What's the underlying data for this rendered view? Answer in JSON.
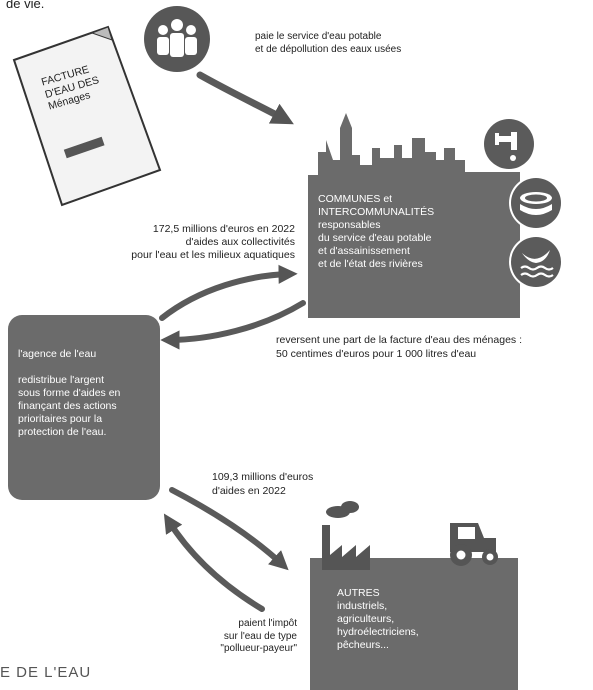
{
  "header_fragment": "de vie.",
  "footer_fragment": "E DE L'EAU",
  "invoice": {
    "title_lines": [
      "FACTURE",
      "D'EAU DES",
      "Ménages"
    ]
  },
  "households": {
    "caption_lines": [
      "paie le service d'eau potable",
      "et de dépollution des eaux usées"
    ]
  },
  "communes": {
    "lines": [
      "COMMUNES et",
      "INTERCOMMUNALITÉS",
      "responsables",
      "du service d'eau potable",
      "et d'assainissement",
      "et de l'état des rivières"
    ]
  },
  "aid_to_collectivities": {
    "lines": [
      "172,5 millions d'euros en 2022",
      "d'aides aux collectivités",
      "pour l'eau et les milieux aquatiques"
    ]
  },
  "reversal": {
    "lines": [
      "reversent une part de la facture d'eau des ménages :",
      "50 centimes d'euros pour 1 000 litres d'eau"
    ]
  },
  "agency": {
    "title": "l'agence de l'eau",
    "body_lines": [
      "redistribue l'argent",
      "sous forme d'aides en",
      "finançant des actions",
      "prioritaires pour la",
      "protection de l'eau."
    ]
  },
  "aid_to_others": {
    "lines": [
      "109,3 millions d'euros",
      "d'aides en 2022"
    ]
  },
  "others": {
    "lines": [
      "AUTRES",
      "industriels,",
      "agriculteurs,",
      "hydroélectriciens,",
      "pêcheurs..."
    ]
  },
  "polluter_tax": {
    "lines": [
      "paient l'impôt",
      "sur l'eau de type",
      "\"pollueur-payeur\""
    ]
  },
  "colors": {
    "box_gray": "#6b6b6b",
    "dark_gray": "#555555",
    "arrow_gray": "#5a5a5a",
    "paper": "#f2f2f2"
  }
}
